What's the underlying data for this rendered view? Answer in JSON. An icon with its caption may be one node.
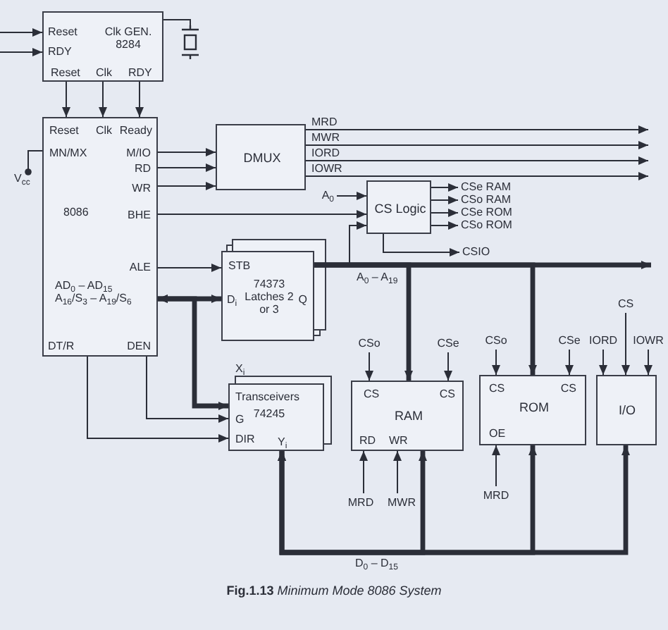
{
  "diagram": {
    "caption": "**Fig.1.13** *Minimum Mode 8086 System*",
    "nodes": [
      {
        "text": [
          "Reset",
          "RDY",
          "Clk GEN. 8284",
          "Reset",
          "Clk",
          "RDY"
        ]
      },
      {
        "text": [
          "Reset",
          "Clk",
          "Ready",
          "MN/MX",
          "M/IO",
          "RD",
          "WR",
          "8086",
          "BHE",
          "ALE",
          "AD$_{0}$ – AD$_{15}$ A$_{16}$/S$_{3}$ – A$_{19}$/S$_{6}$",
          "DT/R",
          "DEN"
        ]
      },
      {
        "text": [
          "DMUX"
        ]
      },
      {
        "text": [
          "CS Logic"
        ]
      },
      {
        "text": [
          "STB",
          "D$_{i}$",
          "74373 Latches 2 or 3",
          "Q"
        ]
      },
      {
        "text": [
          "X$_{i}$",
          "Transceivers",
          "74245",
          "G",
          "DIR",
          "Y$_{i}$"
        ]
      },
      {
        "text": [
          "CS",
          "CS",
          "RAM",
          "RD",
          "WR"
        ]
      },
      {
        "text": [
          "CS",
          "CS",
          "ROM",
          "OE"
        ]
      },
      {
        "text": [
          "I/O"
        ]
      },
      {
        "text": [
          "V$_{cc}$"
        ]
      },
      {
        "text": [],
        "shape": "crystal"
      }
    ],
    "edges": [
      {
        "from": null,
        "to": 0,
        "arrow": "to"
      },
      {
        "from": null,
        "to": 0,
        "arrow": "to"
      },
      {
        "from": 0,
        "to": 1,
        "arrow": "to"
      },
      {
        "from": 0,
        "to": 1,
        "arrow": "to"
      },
      {
        "from": 0,
        "to": 1,
        "arrow": "to"
      },
      {
        "from": 0,
        "to": 10,
        "arrow": "none"
      },
      {
        "from": 1,
        "to": 9,
        "arrow": "other"
      },
      {
        "from": 1,
        "to": 2,
        "arrow": "to"
      },
      {
        "from": 1,
        "to": 2,
        "arrow": "to"
      },
      {
        "from": 1,
        "to": 2,
        "arrow": "to"
      },
      {
        "from": 2,
        "to": null,
        "arrow": "to",
        "label": "MRD"
      },
      {
        "from": 2,
        "to": null,
        "arrow": "to",
        "label": "MWR"
      },
      {
        "from": 2,
        "to": null,
        "arrow": "to",
        "label": "IORD"
      },
      {
        "from": 2,
        "to": null,
        "arrow": "to",
        "label": "IOWR"
      },
      {
        "from": null,
        "to": 3,
        "arrow": "to",
        "label": "A$_{0}$"
      },
      {
        "from": 1,
        "to": 3,
        "arrow": "to"
      },
      {
        "from": 4,
        "to": 3,
        "arrow": "to"
      },
      {
        "from": 3,
        "to": null,
        "arrow": "to",
        "label": "CSe RAM"
      },
      {
        "from": 3,
        "to": null,
        "arrow": "to",
        "label": "CSo RAM"
      },
      {
        "from": 3,
        "to": null,
        "arrow": "to",
        "label": "CSe ROM"
      },
      {
        "from": 3,
        "to": null,
        "arrow": "to",
        "label": "CSo ROM"
      },
      {
        "from": 3,
        "to": null,
        "arrow": "to",
        "label": "CSIO"
      },
      {
        "from": 1,
        "to": 4,
        "arrow": "to"
      },
      {
        "from": 1,
        "to": 4,
        "arrow": "both",
        "style": "thick"
      },
      {
        "from": 1,
        "to": 5,
        "arrow": "both",
        "style": "thick"
      },
      {
        "from": 1,
        "to": 5,
        "arrow": "to"
      },
      {
        "from": 1,
        "to": 5,
        "arrow": "to"
      },
      {
        "from": 4,
        "to": null,
        "arrow": "to",
        "style": "thick",
        "label": "A$_{0}$ – A$_{19}$"
      },
      {
        "from": 4,
        "to": 6,
        "arrow": "to",
        "style": "thick"
      },
      {
        "from": 4,
        "to": 7,
        "arrow": "to",
        "style": "thick"
      },
      {
        "from": null,
        "to": 6,
        "arrow": "to",
        "label": "CSo"
      },
      {
        "from": null,
        "to": 6,
        "arrow": "to",
        "label": "CSe"
      },
      {
        "from": null,
        "to": 7,
        "arrow": "to",
        "label": "CSo"
      },
      {
        "from": null,
        "to": 7,
        "arrow": "to",
        "label": "CSe"
      },
      {
        "from": null,
        "to": 8,
        "arrow": "to",
        "label": "CS"
      },
      {
        "from": null,
        "to": 8,
        "arrow": "to",
        "label": "IORD"
      },
      {
        "from": null,
        "to": 8,
        "arrow": "to",
        "label": "IOWR"
      },
      {
        "from": null,
        "to": 6,
        "arrow": "to",
        "label": "MRD"
      },
      {
        "from": null,
        "to": 6,
        "arrow": "to",
        "label": "MWR"
      },
      {
        "from": null,
        "to": 7,
        "arrow": "to",
        "label": "MRD"
      },
      {
        "from": 5,
        "to": 6,
        "arrow": "both",
        "style": "thick",
        "label": "D$_{0}$ – D$_{15}$"
      },
      {
        "from": 5,
        "to": 7,
        "arrow": "both",
        "style": "thick"
      },
      {
        "from": 5,
        "to": 8,
        "arrow": "both",
        "style": "thick"
      }
    ]
  }
}
